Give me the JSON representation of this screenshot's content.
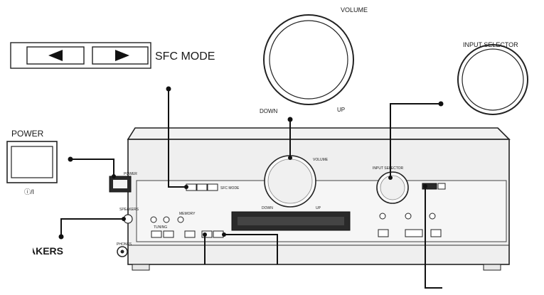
{
  "labels": {
    "volume": "VOLUME",
    "volume_down": "DOWN",
    "volume_up": "UP",
    "input_selector": "INPUT SELECTOR",
    "sfc_mode": "SFC MODE",
    "power": "POWER",
    "power_symbol": "ⓘ/I",
    "speakers_partial": "AKERS"
  },
  "panel_text": {
    "volume": "VOLUME",
    "down": "DOWN",
    "up": "UP",
    "input_selector": "INPUT SELECTOR",
    "sfc_mode": "SFC MODE",
    "power": "POWER",
    "speakers": "SPEAKERS",
    "phones": "PHONES",
    "tuning": "TUNING",
    "memory": "MEMORY"
  },
  "icons": {
    "sfc_left": "triangle-left-icon",
    "sfc_right": "triangle-right-icon"
  }
}
